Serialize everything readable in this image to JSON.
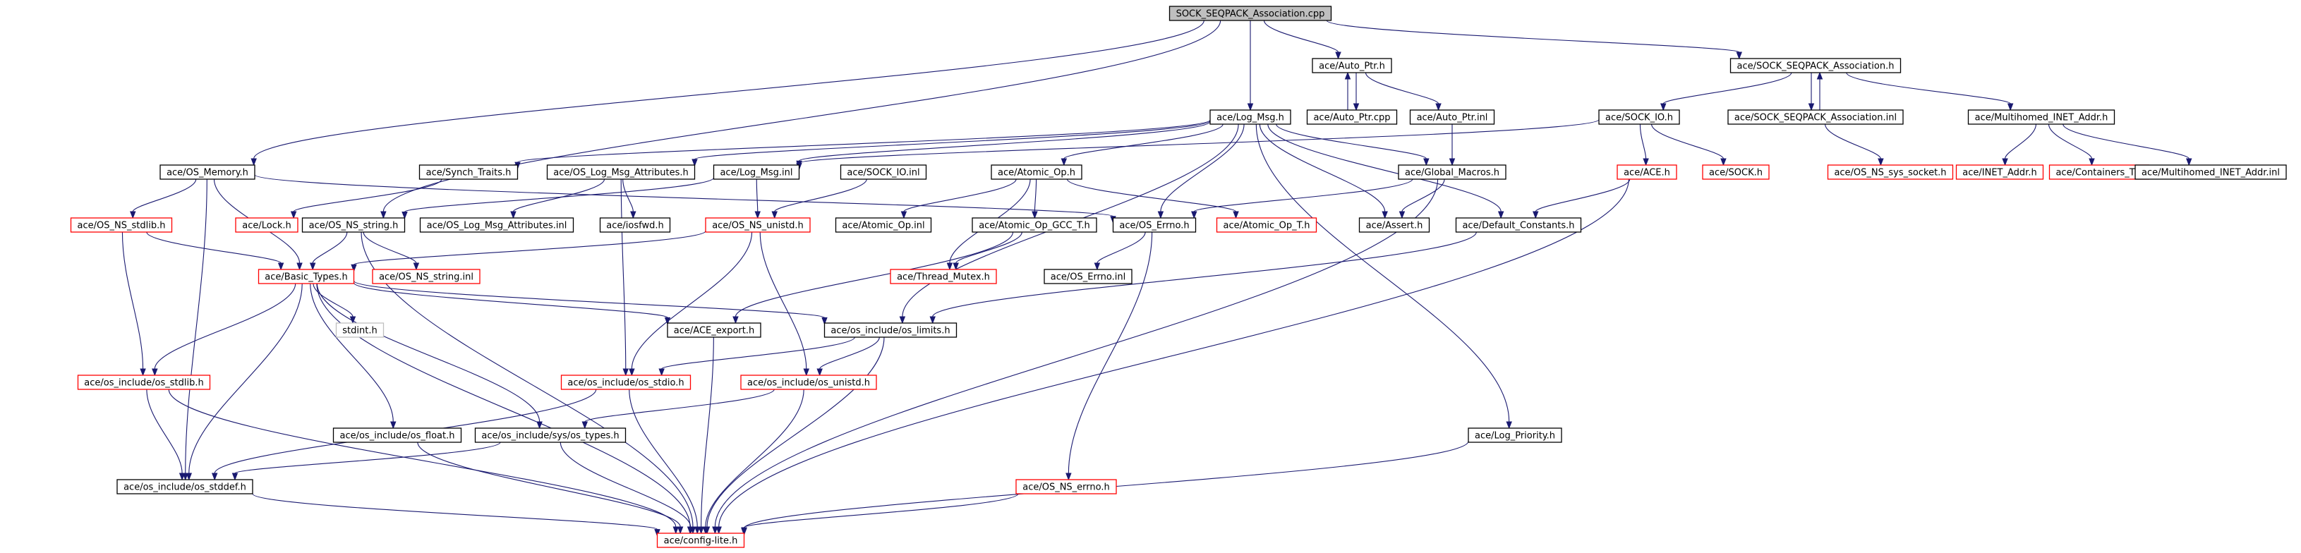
{
  "colors": {
    "edge": "#191970",
    "root_fill": "#bfbfbf",
    "border_documented": "#000000",
    "border_undocumented": "#ff0000",
    "border_external": "#bfbfbf"
  },
  "nodes": [
    {
      "id": "root",
      "label": "SOCK_SEQPACK_Association.cpp",
      "kind": "root"
    },
    {
      "id": "auto_ptr_h",
      "label": "ace/Auto_Ptr.h",
      "kind": "doc"
    },
    {
      "id": "sock_seqpack_h",
      "label": "ace/SOCK_SEQPACK_Association.h",
      "kind": "doc"
    },
    {
      "id": "log_msg_h",
      "label": "ace/Log_Msg.h",
      "kind": "doc"
    },
    {
      "id": "auto_ptr_cpp",
      "label": "ace/Auto_Ptr.cpp",
      "kind": "doc"
    },
    {
      "id": "auto_ptr_inl",
      "label": "ace/Auto_Ptr.inl",
      "kind": "doc"
    },
    {
      "id": "sock_io_h",
      "label": "ace/SOCK_IO.h",
      "kind": "doc"
    },
    {
      "id": "sock_seqpack_inl",
      "label": "ace/SOCK_SEQPACK_Association.inl",
      "kind": "doc"
    },
    {
      "id": "multihomed_h",
      "label": "ace/Multihomed_INET_Addr.h",
      "kind": "doc"
    },
    {
      "id": "os_memory_h",
      "label": "ace/OS_Memory.h",
      "kind": "doc"
    },
    {
      "id": "synch_traits_h",
      "label": "ace/Synch_Traits.h",
      "kind": "doc"
    },
    {
      "id": "os_log_msg_attr_h",
      "label": "ace/OS_Log_Msg_Attributes.h",
      "kind": "doc"
    },
    {
      "id": "log_msg_inl",
      "label": "ace/Log_Msg.inl",
      "kind": "doc"
    },
    {
      "id": "sock_io_inl",
      "label": "ace/SOCK_IO.inl",
      "kind": "doc"
    },
    {
      "id": "atomic_op_h",
      "label": "ace/Atomic_Op.h",
      "kind": "doc"
    },
    {
      "id": "global_macros_h",
      "label": "ace/Global_Macros.h",
      "kind": "doc"
    },
    {
      "id": "ace_h",
      "label": "ace/ACE.h",
      "kind": "undoc"
    },
    {
      "id": "sock_h",
      "label": "ace/SOCK.h",
      "kind": "undoc"
    },
    {
      "id": "os_ns_sys_socket_h",
      "label": "ace/OS_NS_sys_socket.h",
      "kind": "undoc"
    },
    {
      "id": "inet_addr_h",
      "label": "ace/INET_Addr.h",
      "kind": "undoc"
    },
    {
      "id": "containers_t_h",
      "label": "ace/Containers_T.h",
      "kind": "undoc"
    },
    {
      "id": "multihomed_inl",
      "label": "ace/Multihomed_INET_Addr.inl",
      "kind": "doc"
    },
    {
      "id": "os_ns_stdlib_h",
      "label": "ace/OS_NS_stdlib.h",
      "kind": "undoc"
    },
    {
      "id": "lock_h",
      "label": "ace/Lock.h",
      "kind": "undoc"
    },
    {
      "id": "os_ns_string_h",
      "label": "ace/OS_NS_string.h",
      "kind": "doc"
    },
    {
      "id": "os_log_msg_attr_inl",
      "label": "ace/OS_Log_Msg_Attributes.inl",
      "kind": "doc"
    },
    {
      "id": "iosfwd_h",
      "label": "ace/iosfwd.h",
      "kind": "doc"
    },
    {
      "id": "os_ns_unistd_h",
      "label": "ace/OS_NS_unistd.h",
      "kind": "undoc"
    },
    {
      "id": "atomic_op_inl",
      "label": "ace/Atomic_Op.inl",
      "kind": "doc"
    },
    {
      "id": "atomic_op_gcc_t_h",
      "label": "ace/Atomic_Op_GCC_T.h",
      "kind": "doc"
    },
    {
      "id": "os_errno_h",
      "label": "ace/OS_Errno.h",
      "kind": "doc"
    },
    {
      "id": "atomic_op_t_h",
      "label": "ace/Atomic_Op_T.h",
      "kind": "undoc"
    },
    {
      "id": "assert_h",
      "label": "ace/Assert.h",
      "kind": "doc"
    },
    {
      "id": "default_constants_h",
      "label": "ace/Default_Constants.h",
      "kind": "doc"
    },
    {
      "id": "basic_types_h",
      "label": "ace/Basic_Types.h",
      "kind": "undoc"
    },
    {
      "id": "os_ns_string_inl",
      "label": "ace/OS_NS_string.inl",
      "kind": "undoc"
    },
    {
      "id": "thread_mutex_h",
      "label": "ace/Thread_Mutex.h",
      "kind": "undoc"
    },
    {
      "id": "os_errno_inl",
      "label": "ace/OS_Errno.inl",
      "kind": "doc"
    },
    {
      "id": "stdint_h",
      "label": "stdint.h",
      "kind": "ext"
    },
    {
      "id": "ace_export_h",
      "label": "ace/ACE_export.h",
      "kind": "doc"
    },
    {
      "id": "os_limits_h",
      "label": "ace/os_include/os_limits.h",
      "kind": "doc"
    },
    {
      "id": "os_include_stdlib_h",
      "label": "ace/os_include/os_stdlib.h",
      "kind": "undoc"
    },
    {
      "id": "os_stdio_h",
      "label": "ace/os_include/os_stdio.h",
      "kind": "undoc"
    },
    {
      "id": "os_unistd_h",
      "label": "ace/os_include/os_unistd.h",
      "kind": "undoc"
    },
    {
      "id": "os_float_h",
      "label": "ace/os_include/os_float.h",
      "kind": "doc"
    },
    {
      "id": "os_types_h",
      "label": "ace/os_include/sys/os_types.h",
      "kind": "doc"
    },
    {
      "id": "log_priority_h",
      "label": "ace/Log_Priority.h",
      "kind": "doc"
    },
    {
      "id": "os_stddef_h",
      "label": "ace/os_include/os_stddef.h",
      "kind": "doc"
    },
    {
      "id": "os_ns_errno_h",
      "label": "ace/OS_NS_errno.h",
      "kind": "undoc"
    },
    {
      "id": "config_lite_h",
      "label": "ace/config-lite.h",
      "kind": "undoc"
    }
  ],
  "edges": [
    [
      "root",
      "auto_ptr_h"
    ],
    [
      "root",
      "sock_seqpack_h"
    ],
    [
      "root",
      "log_msg_h"
    ],
    [
      "root",
      "os_memory_h"
    ],
    [
      "root",
      "os_ns_string_h"
    ],
    [
      "auto_ptr_h",
      "auto_ptr_cpp"
    ],
    [
      "auto_ptr_cpp",
      "auto_ptr_h"
    ],
    [
      "auto_ptr_h",
      "auto_ptr_inl"
    ],
    [
      "auto_ptr_inl",
      "global_macros_h"
    ],
    [
      "sock_seqpack_h",
      "sock_io_h"
    ],
    [
      "sock_seqpack_h",
      "sock_seqpack_inl"
    ],
    [
      "sock_seqpack_inl",
      "sock_seqpack_h"
    ],
    [
      "sock_seqpack_h",
      "multihomed_h"
    ],
    [
      "sock_seqpack_inl",
      "os_ns_sys_socket_h"
    ],
    [
      "sock_io_h",
      "ace_h"
    ],
    [
      "sock_io_h",
      "sock_h"
    ],
    [
      "sock_io_h",
      "log_msg_inl"
    ],
    [
      "multihomed_h",
      "inet_addr_h"
    ],
    [
      "multihomed_h",
      "containers_t_h"
    ],
    [
      "multihomed_h",
      "multihomed_inl"
    ],
    [
      "log_msg_h",
      "synch_traits_h"
    ],
    [
      "log_msg_h",
      "os_log_msg_attr_h"
    ],
    [
      "log_msg_h",
      "log_msg_inl"
    ],
    [
      "log_msg_h",
      "atomic_op_h"
    ],
    [
      "log_msg_h",
      "global_macros_h"
    ],
    [
      "log_msg_h",
      "default_constants_h"
    ],
    [
      "log_msg_h",
      "log_priority_h"
    ],
    [
      "log_msg_h",
      "assert_h"
    ],
    [
      "log_msg_h",
      "os_limits_h"
    ],
    [
      "log_msg_h",
      "os_errno_h"
    ],
    [
      "os_memory_h",
      "os_ns_stdlib_h"
    ],
    [
      "os_memory_h",
      "basic_types_h"
    ],
    [
      "os_memory_h",
      "os_stddef_h"
    ],
    [
      "os_memory_h",
      "os_errno_h"
    ],
    [
      "synch_traits_h",
      "lock_h"
    ],
    [
      "os_log_msg_attr_h",
      "os_log_msg_attr_inl"
    ],
    [
      "os_log_msg_attr_h",
      "iosfwd_h"
    ],
    [
      "os_log_msg_attr_h",
      "os_stdio_h"
    ],
    [
      "log_msg_inl",
      "os_ns_string_h"
    ],
    [
      "log_msg_inl",
      "os_ns_unistd_h"
    ],
    [
      "sock_io_inl",
      "os_ns_unistd_h"
    ],
    [
      "atomic_op_h",
      "atomic_op_inl"
    ],
    [
      "atomic_op_h",
      "atomic_op_gcc_t_h"
    ],
    [
      "atomic_op_h",
      "atomic_op_t_h"
    ],
    [
      "atomic_op_h",
      "thread_mutex_h"
    ],
    [
      "global_macros_h",
      "assert_h"
    ],
    [
      "global_macros_h",
      "os_errno_h"
    ],
    [
      "global_macros_h",
      "config_lite_h"
    ],
    [
      "ace_h",
      "default_constants_h"
    ],
    [
      "ace_h",
      "config_lite_h"
    ],
    [
      "default_constants_h",
      "os_limits_h"
    ],
    [
      "os_ns_stdlib_h",
      "basic_types_h"
    ],
    [
      "os_ns_stdlib_h",
      "os_include_stdlib_h"
    ],
    [
      "os_ns_string_h",
      "basic_types_h"
    ],
    [
      "os_ns_string_h",
      "os_ns_string_inl"
    ],
    [
      "os_ns_string_h",
      "config_lite_h"
    ],
    [
      "os_ns_unistd_h",
      "basic_types_h"
    ],
    [
      "os_ns_unistd_h",
      "os_stdio_h"
    ],
    [
      "os_ns_unistd_h",
      "os_unistd_h"
    ],
    [
      "atomic_op_gcc_t_h",
      "thread_mutex_h"
    ],
    [
      "atomic_op_gcc_t_h",
      "ace_export_h"
    ],
    [
      "os_errno_h",
      "os_errno_inl"
    ],
    [
      "os_errno_h",
      "os_ns_errno_h"
    ],
    [
      "basic_types_h",
      "stdint_h"
    ],
    [
      "basic_types_h",
      "ace_export_h"
    ],
    [
      "basic_types_h",
      "os_limits_h"
    ],
    [
      "basic_types_h",
      "os_include_stdlib_h"
    ],
    [
      "basic_types_h",
      "os_float_h"
    ],
    [
      "basic_types_h",
      "os_types_h"
    ],
    [
      "basic_types_h",
      "os_stddef_h"
    ],
    [
      "basic_types_h",
      "config_lite_h"
    ],
    [
      "ace_export_h",
      "config_lite_h"
    ],
    [
      "os_limits_h",
      "os_stdio_h"
    ],
    [
      "os_limits_h",
      "os_unistd_h"
    ],
    [
      "os_limits_h",
      "config_lite_h"
    ],
    [
      "os_include_stdlib_h",
      "os_stddef_h"
    ],
    [
      "os_include_stdlib_h",
      "config_lite_h"
    ],
    [
      "os_stdio_h",
      "os_stddef_h"
    ],
    [
      "os_stdio_h",
      "config_lite_h"
    ],
    [
      "os_unistd_h",
      "os_types_h"
    ],
    [
      "os_unistd_h",
      "config_lite_h"
    ],
    [
      "os_float_h",
      "config_lite_h"
    ],
    [
      "os_types_h",
      "os_stddef_h"
    ],
    [
      "os_types_h",
      "config_lite_h"
    ],
    [
      "os_stddef_h",
      "config_lite_h"
    ],
    [
      "log_priority_h",
      "config_lite_h"
    ],
    [
      "os_ns_errno_h",
      "config_lite_h"
    ]
  ]
}
